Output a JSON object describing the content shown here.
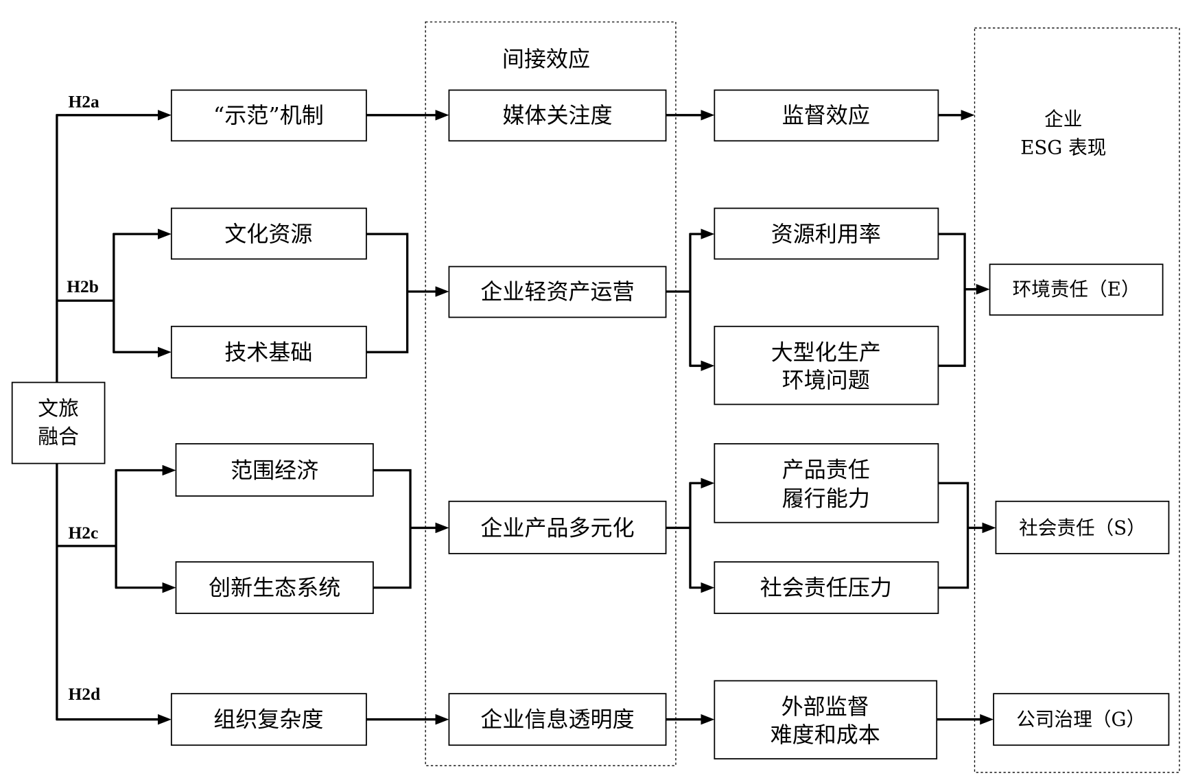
{
  "diagram": {
    "source": {
      "lines": [
        "文旅",
        "融合"
      ]
    },
    "hypotheses": {
      "h2a": "H2a",
      "h2b": "H2b",
      "h2c": "H2c",
      "h2d": "H2d"
    },
    "mechanisms": {
      "demonstration": "“示范”机制",
      "cultural_resources": "文化资源",
      "technology_base": "技术基础",
      "economies_of_scope": "范围经济",
      "innovation_ecosystem": "创新生态系统",
      "org_complexity": "组织复杂度"
    },
    "indirect_effects": {
      "title": "间接效应",
      "media_attention": "媒体关注度",
      "asset_light": "企业轻资产运营",
      "diversification": "企业产品多元化",
      "transparency": "企业信息透明度"
    },
    "paths": {
      "supervision": "监督效应",
      "resource_utilization": "资源利用率",
      "large_scale": [
        "大型化生产",
        "环境问题"
      ],
      "product_responsibility": [
        "产品责任",
        "履行能力"
      ],
      "social_pressure": "社会责任压力",
      "external_supervision": [
        "外部监督",
        "难度和成本"
      ]
    },
    "esg": {
      "title_lines": [
        "企业",
        "ESG 表现"
      ],
      "environmental": "环境责任（E）",
      "social": "社会责任（S）",
      "governance": "公司治理（G）"
    }
  }
}
